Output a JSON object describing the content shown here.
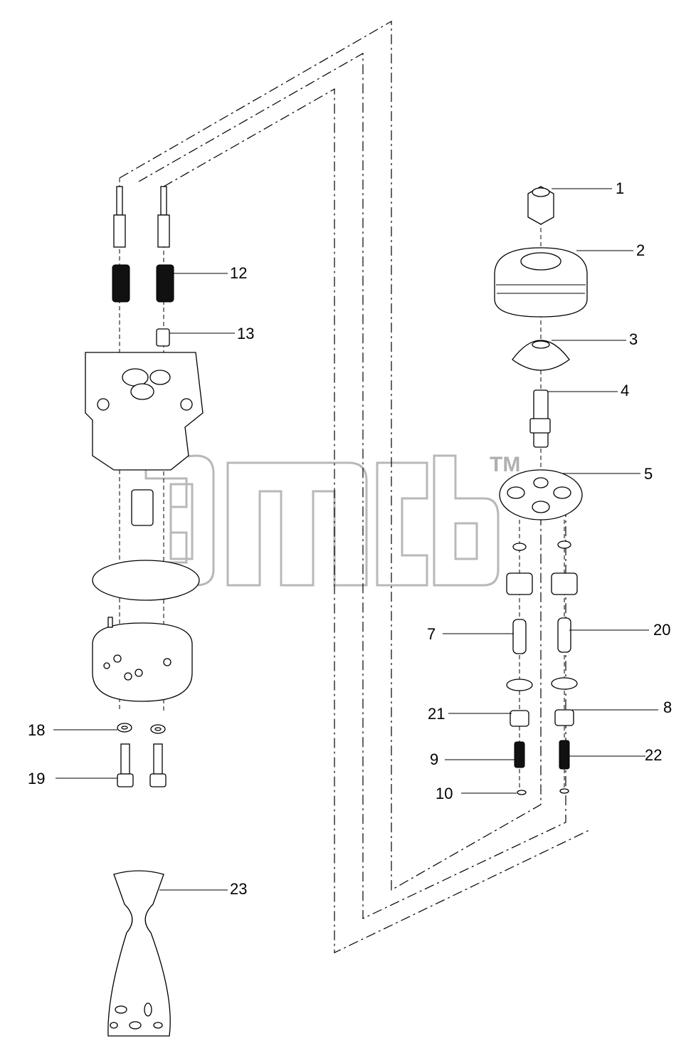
{
  "diagram": {
    "watermark": {
      "symbol": "TM"
    },
    "callouts": [
      {
        "id": "1",
        "label": "1"
      },
      {
        "id": "2",
        "label": "2"
      },
      {
        "id": "3",
        "label": "3"
      },
      {
        "id": "4",
        "label": "4"
      },
      {
        "id": "5",
        "label": "5"
      },
      {
        "id": "7",
        "label": "7"
      },
      {
        "id": "8",
        "label": "8"
      },
      {
        "id": "9",
        "label": "9"
      },
      {
        "id": "10",
        "label": "10"
      },
      {
        "id": "12",
        "label": "12"
      },
      {
        "id": "13",
        "label": "13"
      },
      {
        "id": "18",
        "label": "18"
      },
      {
        "id": "19",
        "label": "19"
      },
      {
        "id": "20",
        "label": "20"
      },
      {
        "id": "21",
        "label": "21"
      },
      {
        "id": "22",
        "label": "22"
      },
      {
        "id": "23",
        "label": "23"
      }
    ]
  }
}
